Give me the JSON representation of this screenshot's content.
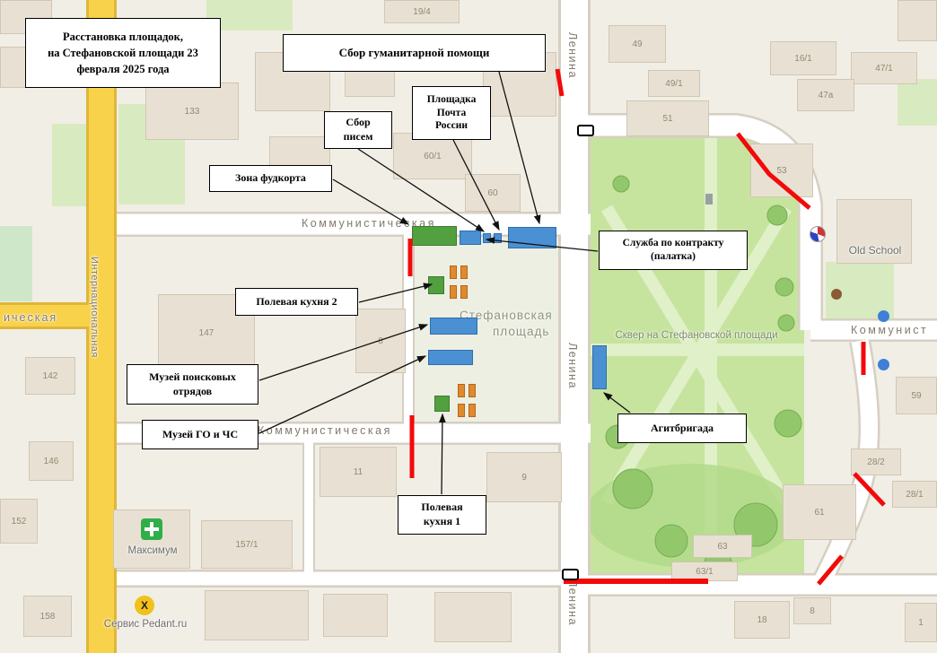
{
  "title_box": {
    "line1": "Расстановка площадок,",
    "line2": "на Стефановской площади 23",
    "line3": "февраля 2025 года"
  },
  "callouts": {
    "humanitarian": {
      "line1": "Сбор гуманитарной помощи"
    },
    "post": {
      "line1": "Площадка",
      "line2": "Почта",
      "line3": "России"
    },
    "letters": {
      "line1": "Сбор",
      "line2": "писем"
    },
    "foodcourt": {
      "line1": "Зона фудкорта"
    },
    "contract": {
      "line1": "Служба по контракту",
      "line2": "(палатка)"
    },
    "kitchen2": {
      "line1": "Полевая кухня 2"
    },
    "museum_search": {
      "line1": "Музей поисковых",
      "line2": "отрядов"
    },
    "museum_emergency": {
      "line1": "Музей ГО и ЧС"
    },
    "kitchen1": {
      "line1": "Полевая",
      "line2": "кухня 1"
    },
    "agitbrigada": {
      "line1": "Агитбригада"
    }
  },
  "streets": {
    "lenina": "Ленина",
    "kommunisticheskaya": "Коммунистическая",
    "kommunist_truncated": "Коммунист",
    "internatsionalnaya": "Интернациональная",
    "icheskaya_truncated": "ическая"
  },
  "places": {
    "stefanovskaya_line1": "Стефановская",
    "stefanovskaya_line2": "площадь",
    "skver": "Сквер на Стефановской площади",
    "old_school": "Old School",
    "maksimum": "Максимум",
    "pedant": "Сервис Pedant.ru"
  },
  "houses": {
    "h19_4": "19/4",
    "h133": "133",
    "h60_1": "60/1",
    "h60": "60",
    "h8c": "8",
    "h147": "147",
    "h142": "142",
    "h146": "146",
    "h152": "152",
    "h158": "158",
    "h157_1": "157/1",
    "h11": "11",
    "h9": "9",
    "h49": "49",
    "h49_1": "49/1",
    "h51": "51",
    "h16_1": "16/1",
    "h47_1": "47/1",
    "h47a": "47а",
    "h53": "53",
    "h59": "59",
    "h28_2": "28/2",
    "h28_1": "28/1",
    "h61": "61",
    "h63": "63",
    "h63_1": "63/1",
    "h8r": "8",
    "h18": "18",
    "h1": "1"
  },
  "icons": {
    "pedant_glyph": "X"
  },
  "colors": {
    "zone_green": "#52a03f",
    "zone_blue": "#4a90d2",
    "zone_orange": "#e08a2e",
    "marker_red": "#f20a0a",
    "road_yellow": "#f8d24a",
    "park_green": "#c6e49e"
  }
}
